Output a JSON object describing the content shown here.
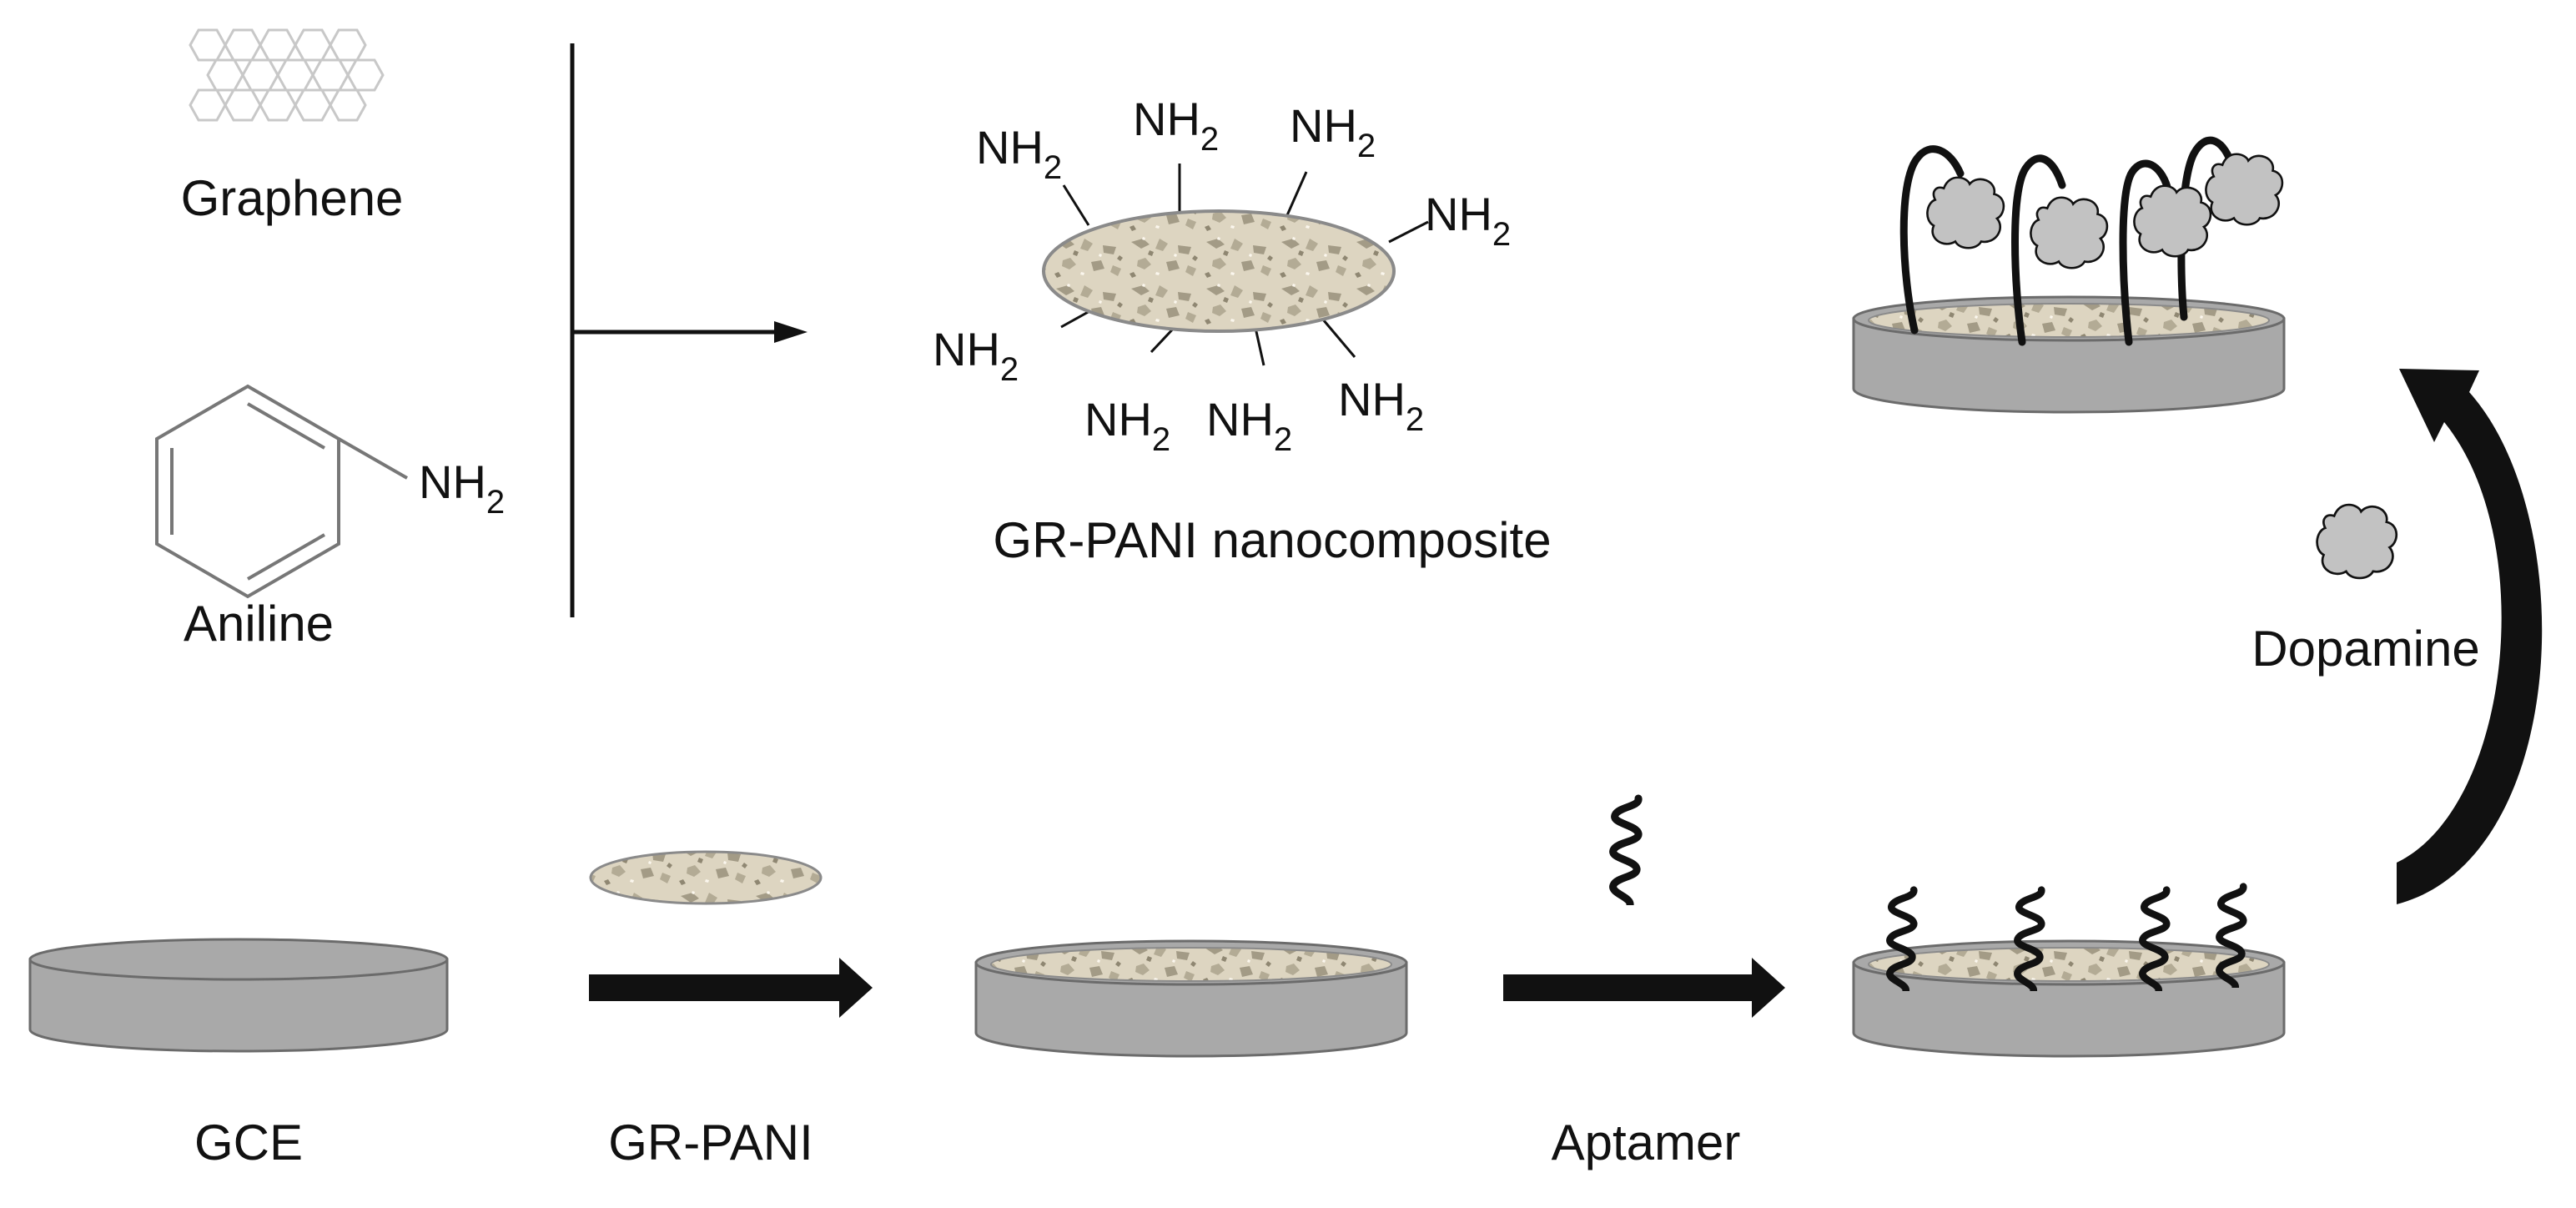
{
  "labels": {
    "graphene": "Graphene",
    "aniline": "Aniline",
    "composite": "GR-PANI nanocomposite",
    "gce": "GCE",
    "gr_pani": "GR-PANI",
    "aptamer": "Aptamer",
    "dopamine": "Dopamine"
  },
  "chem": {
    "amine_group": "NH",
    "subscript": "2"
  },
  "colors": {
    "electrode_fill": "#a9a9a9",
    "electrode_stroke": "#6b6b6b",
    "composite_fill": "#ddd5c1",
    "composite_speckle": "#a39b86",
    "dopamine_fill": "#c2c2c2",
    "graphene_stroke": "#c8c8c8",
    "ink": "#111111"
  }
}
